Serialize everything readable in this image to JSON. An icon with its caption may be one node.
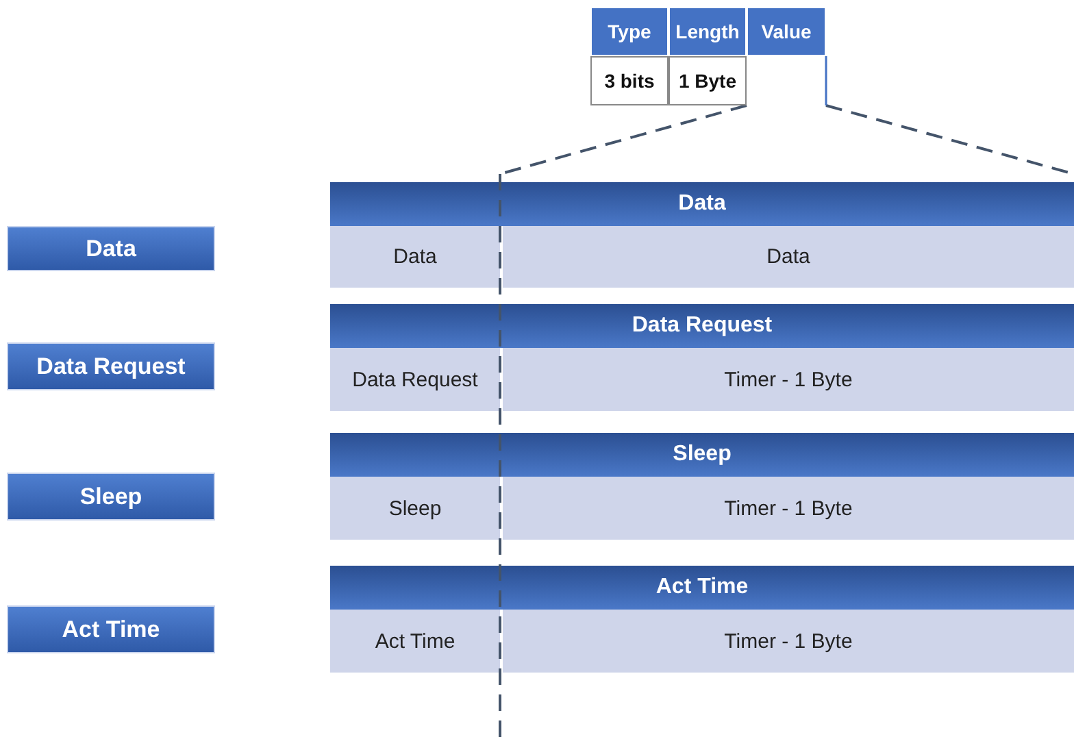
{
  "diagram": {
    "nodes": [
      {
        "text": [
          "Data"
        ]
      },
      {
        "text": [
          "Data"
        ]
      },
      {
        "text": [
          "Data"
        ],
        "in": 1
      },
      {
        "text": [
          "Data"
        ],
        "in": 1
      },
      {
        "text": [
          "Data Request"
        ]
      },
      {
        "text": [
          "Data Request"
        ]
      },
      {
        "text": [
          "Data Request"
        ],
        "in": 5
      },
      {
        "text": [
          "Timer  - 1 Byte"
        ],
        "in": 5
      },
      {
        "text": [
          "Sleep"
        ]
      },
      {
        "text": [
          "Sleep"
        ]
      },
      {
        "text": [
          "Sleep"
        ],
        "in": 9
      },
      {
        "text": [
          "Timer  - 1 Byte"
        ],
        "in": 9
      },
      {
        "text": [
          "Act Time"
        ]
      },
      {
        "text": [
          "Act Time"
        ]
      },
      {
        "text": [
          "Act Time"
        ],
        "in": 13
      },
      {
        "text": [
          "Timer  - 1 Byte"
        ],
        "in": 13
      }
    ],
    "labels": [
      "Type",
      "Length",
      "Value",
      "3 bits",
      "1 Byte"
    ]
  }
}
